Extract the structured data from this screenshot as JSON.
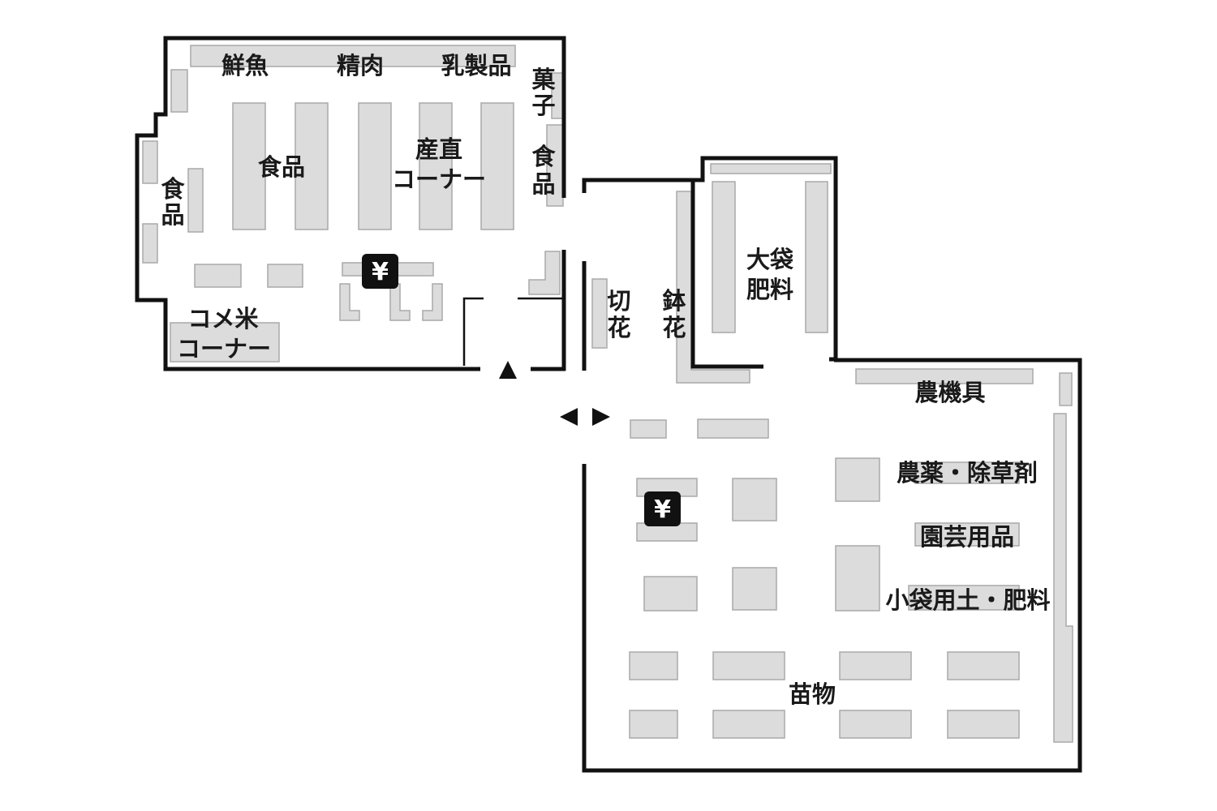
{
  "labels": {
    "fresh_fish": "鮮魚",
    "meat": "精肉",
    "dairy": "乳製品",
    "snacks_1": "菓",
    "snacks_2": "子",
    "food_center": "食品",
    "local_produce_1": "産直",
    "local_produce_2": "コーナー",
    "food_left_1": "食",
    "food_left_2": "品",
    "food_right_1": "食",
    "food_right_2": "品",
    "rice_1": "コメ米",
    "rice_2": "コーナー",
    "cut_flowers_1": "切",
    "cut_flowers_2": "花",
    "potted_flowers_1": "鉢",
    "potted_flowers_2": "花",
    "bulk_fertilizer_1": "大袋",
    "bulk_fertilizer_2": "肥料",
    "farm_tools": "農機具",
    "pesticides": "農薬・除草剤",
    "garden_supplies": "園芸用品",
    "soil_fertilizer": "小袋用土・肥料",
    "seedlings": "苗物"
  },
  "registers": {
    "symbol": "¥"
  },
  "icons": {
    "entrance": "entrance-arrow-icon",
    "passage": "passage-arrows-icon",
    "register": "yen-register-icon"
  },
  "colors": {
    "wall": "#111111",
    "shelf_fill": "#dcdcdc",
    "shelf_stroke": "#a9a9a9",
    "text": "#1a1a1a"
  }
}
